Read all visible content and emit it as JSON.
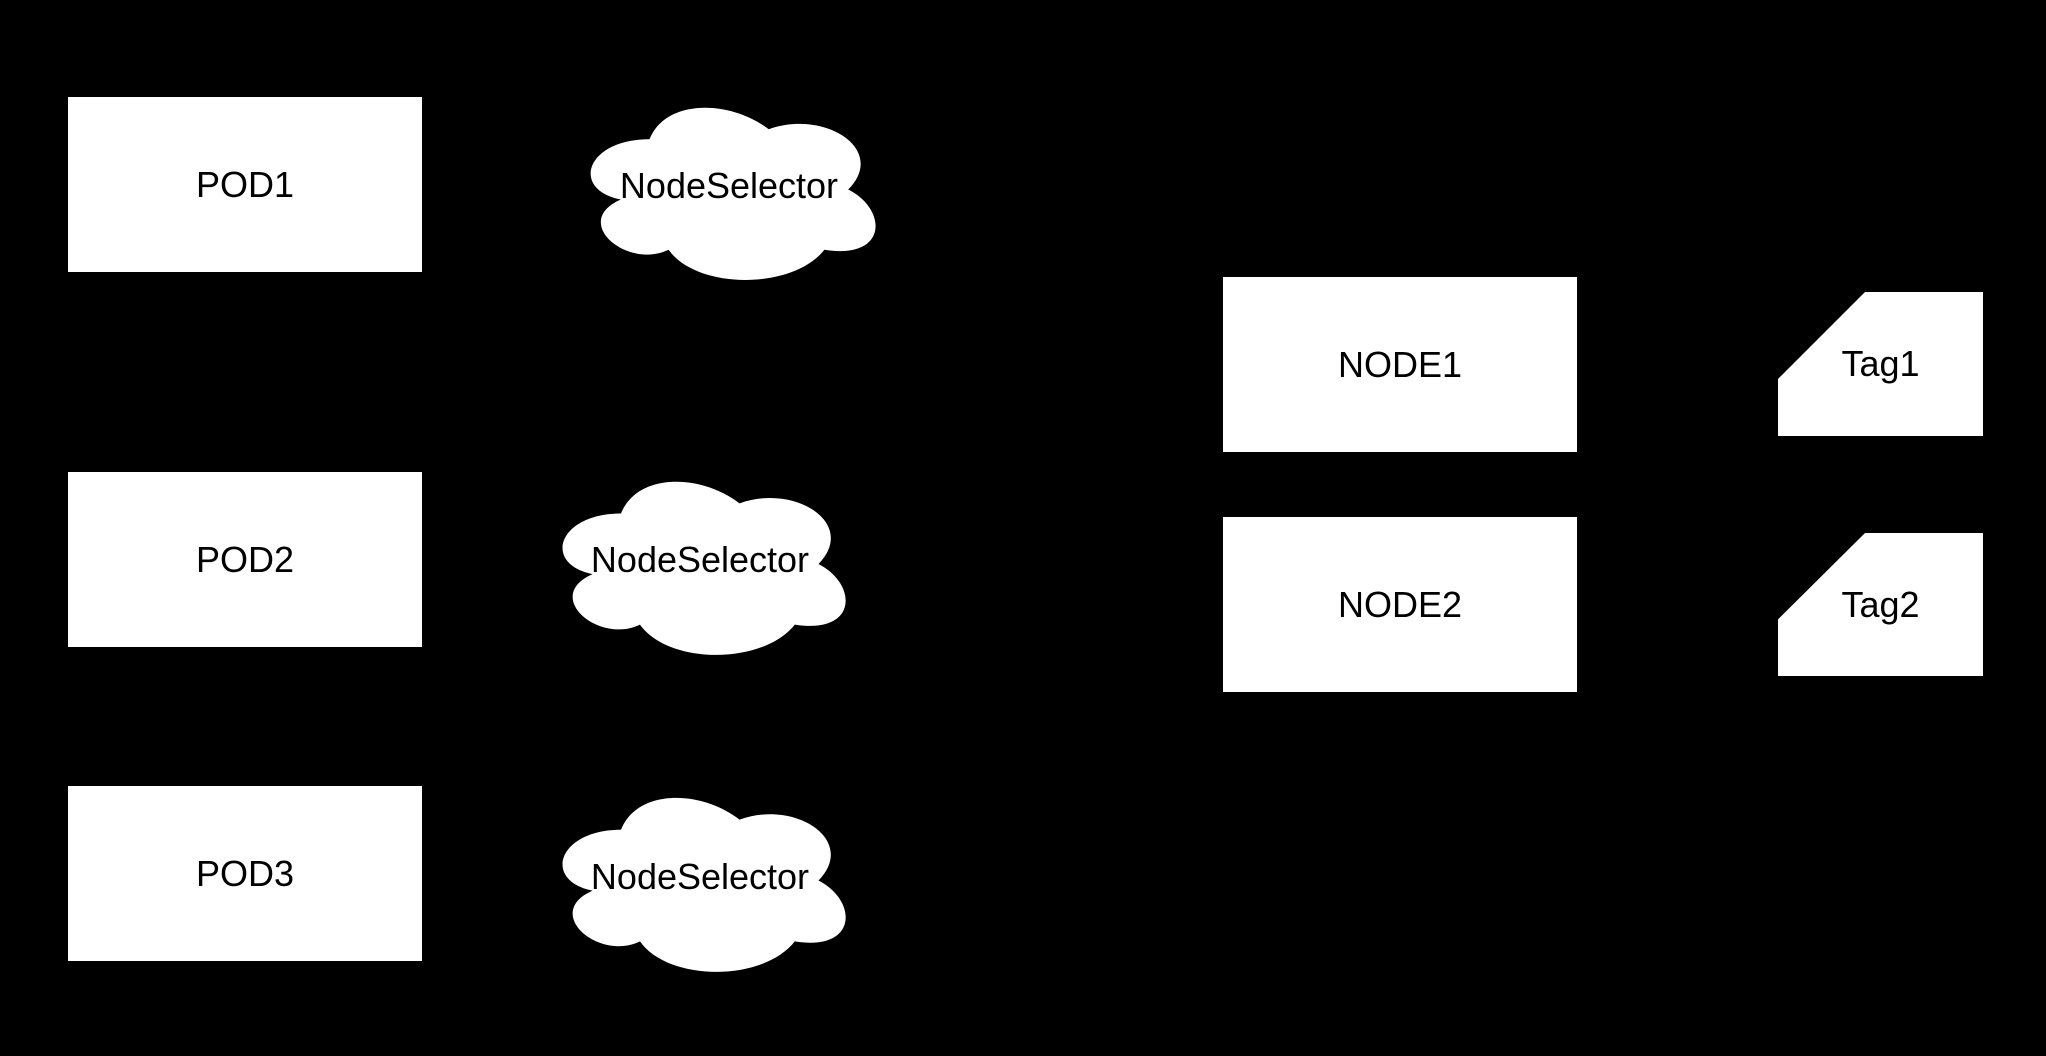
{
  "colors": {
    "background": "#000000",
    "shape_fill": "#ffffff",
    "text": "#000000"
  },
  "diagram": {
    "pods": [
      {
        "label": "POD1"
      },
      {
        "label": "POD2"
      },
      {
        "label": "POD3"
      }
    ],
    "selectors": [
      {
        "label": "NodeSelector"
      },
      {
        "label": "NodeSelector"
      },
      {
        "label": "NodeSelector"
      }
    ],
    "nodes": [
      {
        "label": "NODE1"
      },
      {
        "label": "NODE2"
      }
    ],
    "tags": [
      {
        "label": "Tag1"
      },
      {
        "label": "Tag2"
      }
    ]
  }
}
